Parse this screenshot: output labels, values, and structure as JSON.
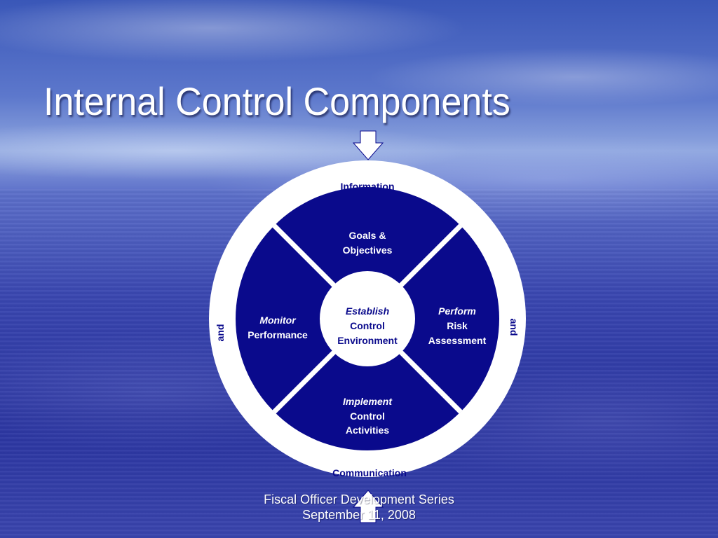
{
  "slide": {
    "title": "Internal Control Components",
    "footer": {
      "line1": "Fiscal Officer Development Series",
      "line2": "September 11, 2008"
    }
  },
  "diagram": {
    "outer_ring": {
      "top": "Information",
      "bottom": "Communication",
      "left": "and",
      "right": "and"
    },
    "center": {
      "line1": "Establish",
      "line2": "Control",
      "line3": "Environment"
    },
    "quadrants": {
      "top": {
        "line1": "Goals &",
        "line2": "Objectives"
      },
      "right": {
        "line1": "Perform",
        "line2": "Risk",
        "line3": "Assessment"
      },
      "bottom": {
        "line1": "Implement",
        "line2": "Control",
        "line3": "Activities"
      },
      "left": {
        "line1": "Monitor",
        "line2": "Performance"
      }
    },
    "arrows": {
      "top": "down-arrow-icon",
      "bottom": "up-arrow-icon"
    }
  },
  "colors": {
    "navy": "#0a0a8c",
    "white": "#ffffff"
  }
}
